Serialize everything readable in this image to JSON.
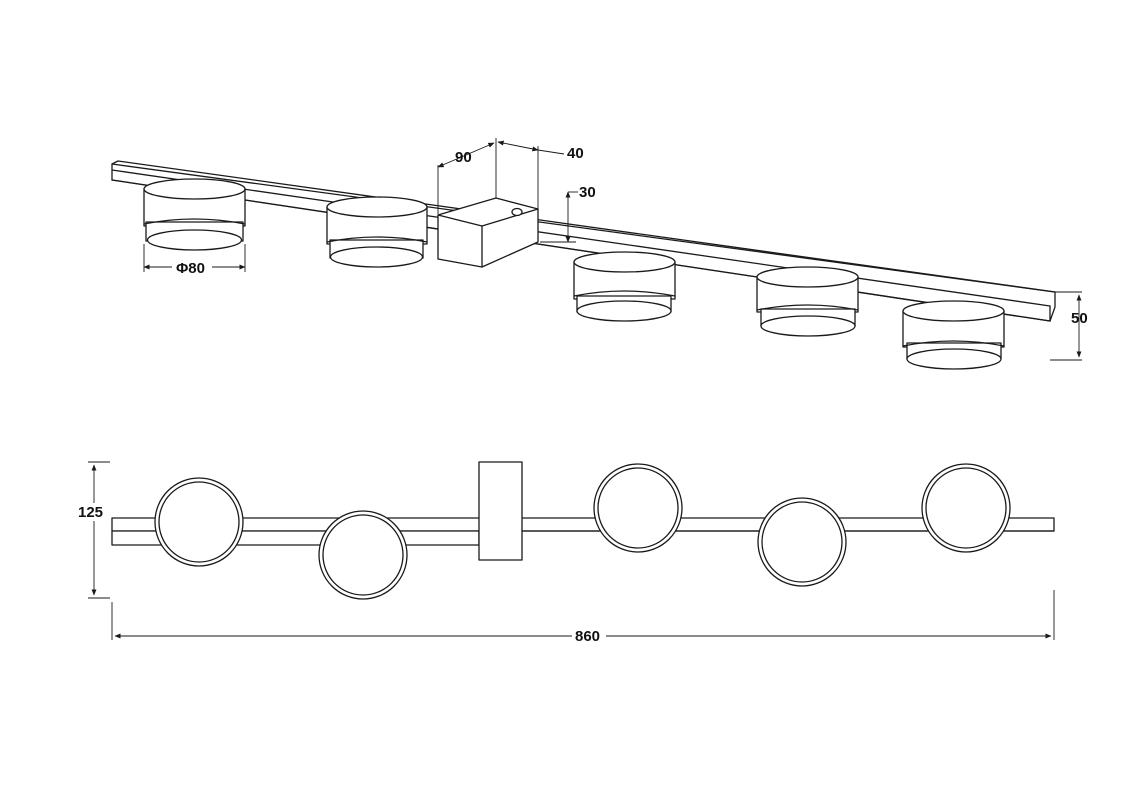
{
  "dimensions": {
    "mount_depth": "90",
    "mount_width": "40",
    "mount_height": "30",
    "spot_diameter": "Φ80",
    "bar_height": "50",
    "total_depth": "125",
    "total_length": "860"
  },
  "colors": {
    "line": "#1a1a1a",
    "background": "#ffffff"
  }
}
